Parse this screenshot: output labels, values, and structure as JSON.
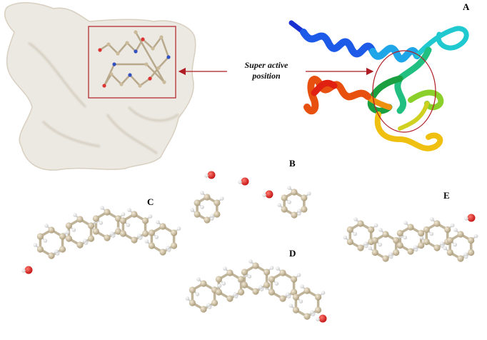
{
  "labels": {
    "A": "A",
    "B": "B",
    "C": "C",
    "D": "D",
    "E": "E"
  },
  "callout": {
    "line1": "Super active",
    "line2": "position"
  },
  "colors": {
    "highlight": "#b01c24",
    "surface": "#ece9e3",
    "carbon": "#c8b796",
    "oxygen": "#e0201c",
    "hydrogen": "#f2f2f2"
  }
}
